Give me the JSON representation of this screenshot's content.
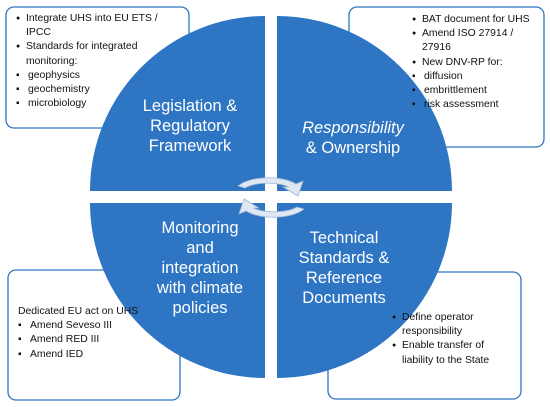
{
  "quadrants": {
    "top_left": "Legislation &\nRegulatory\nFramework",
    "top_right_italic": "Responsibility",
    "top_right_rest": "& Ownership",
    "bottom_right": "Technical\nStandards &\nReference\nDocuments",
    "bottom_left": "Monitoring\nand\nintegration\nwith climate\npolicies"
  },
  "boxes": {
    "top_left": {
      "items": [
        "Integrate UHS into EU ETS / IPCC",
        "Standards for integrated monitoring:"
      ],
      "subitems": [
        "geophysics",
        "geochemistry",
        "microbiology"
      ]
    },
    "top_right": {
      "items": [
        "BAT document for UHS",
        "Amend ISO 27914 / 27916",
        "New DNV-RP for:"
      ],
      "subitems": [
        "diffusion",
        "embrittlement",
        "risk assessment"
      ]
    },
    "bottom_left": {
      "lead": "Dedicated EU act on UHS",
      "items": [
        "Amend Seveso III",
        "Amend RED III",
        "Amend IED"
      ]
    },
    "bottom_right": {
      "items": [
        "Define operator responsibility",
        "Enable transfer of liability to the State"
      ]
    }
  },
  "colors": {
    "disc": "#2e75c4",
    "box_border": "#2e75c4",
    "arrow": "#dfe7f2"
  },
  "icons": [
    "cycle-arrows-icon"
  ]
}
